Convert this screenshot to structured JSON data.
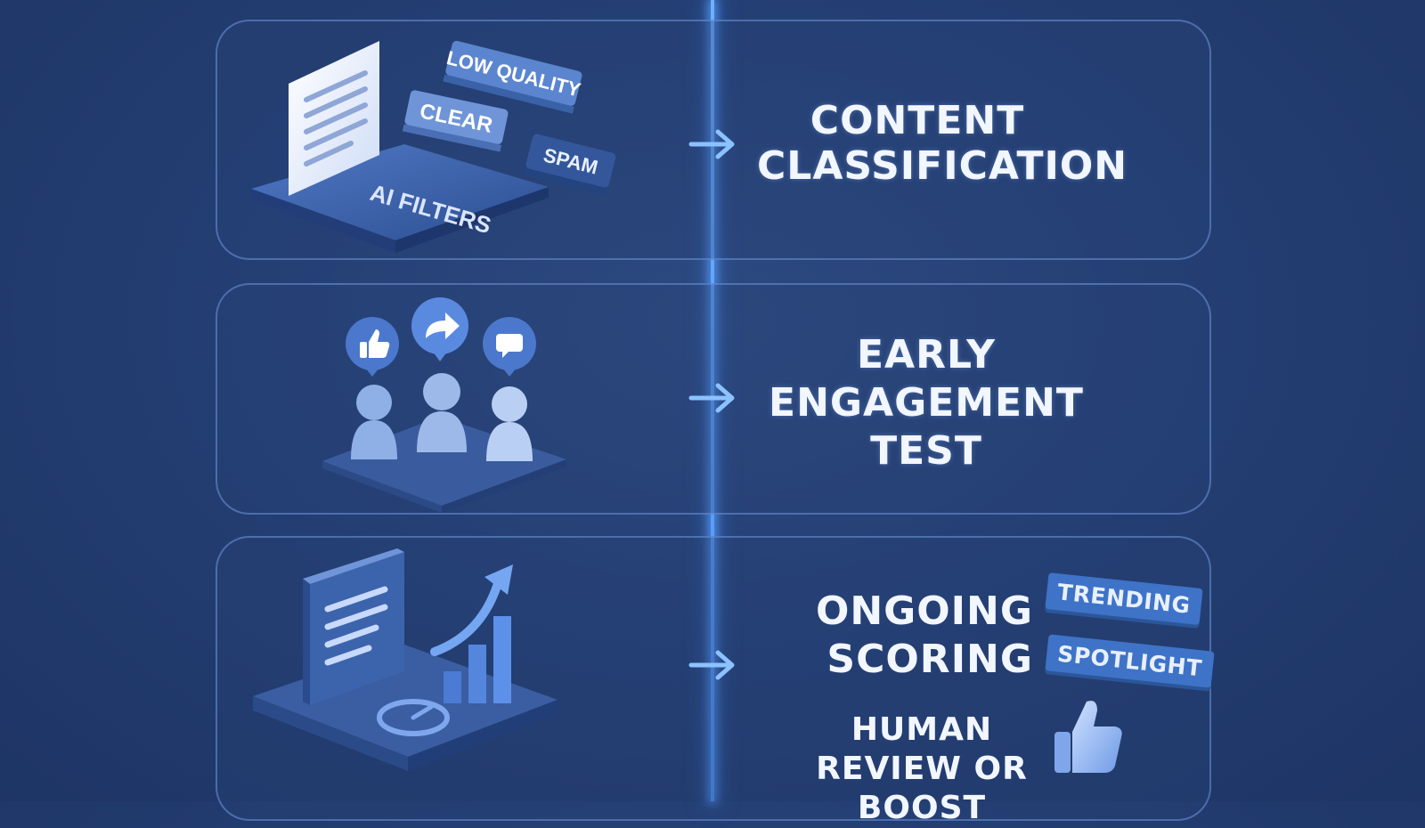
{
  "stages": [
    {
      "title": "CONTENT CLASSIFICATION",
      "illustration": {
        "platform_label": "AI FILTERS",
        "tags": [
          "LOW QUALITY",
          "CLEAR",
          "SPAM"
        ]
      }
    },
    {
      "title": "EARLY ENGAGEMENT TEST",
      "illustration": {
        "icons": [
          "thumbs-up-icon",
          "share-icon",
          "comment-icon"
        ]
      }
    },
    {
      "title": "ONGOING SCORING",
      "tags": [
        "TRENDING",
        "SPOTLIGHT"
      ],
      "subtitle": "HUMAN REVIEW OR BOOST"
    }
  ],
  "colors": {
    "background": "#243f74",
    "timeline": "#5aa0ff",
    "card_border": "#6e96dc",
    "tag": "#3e73c8",
    "text": "#f2f6ff"
  }
}
